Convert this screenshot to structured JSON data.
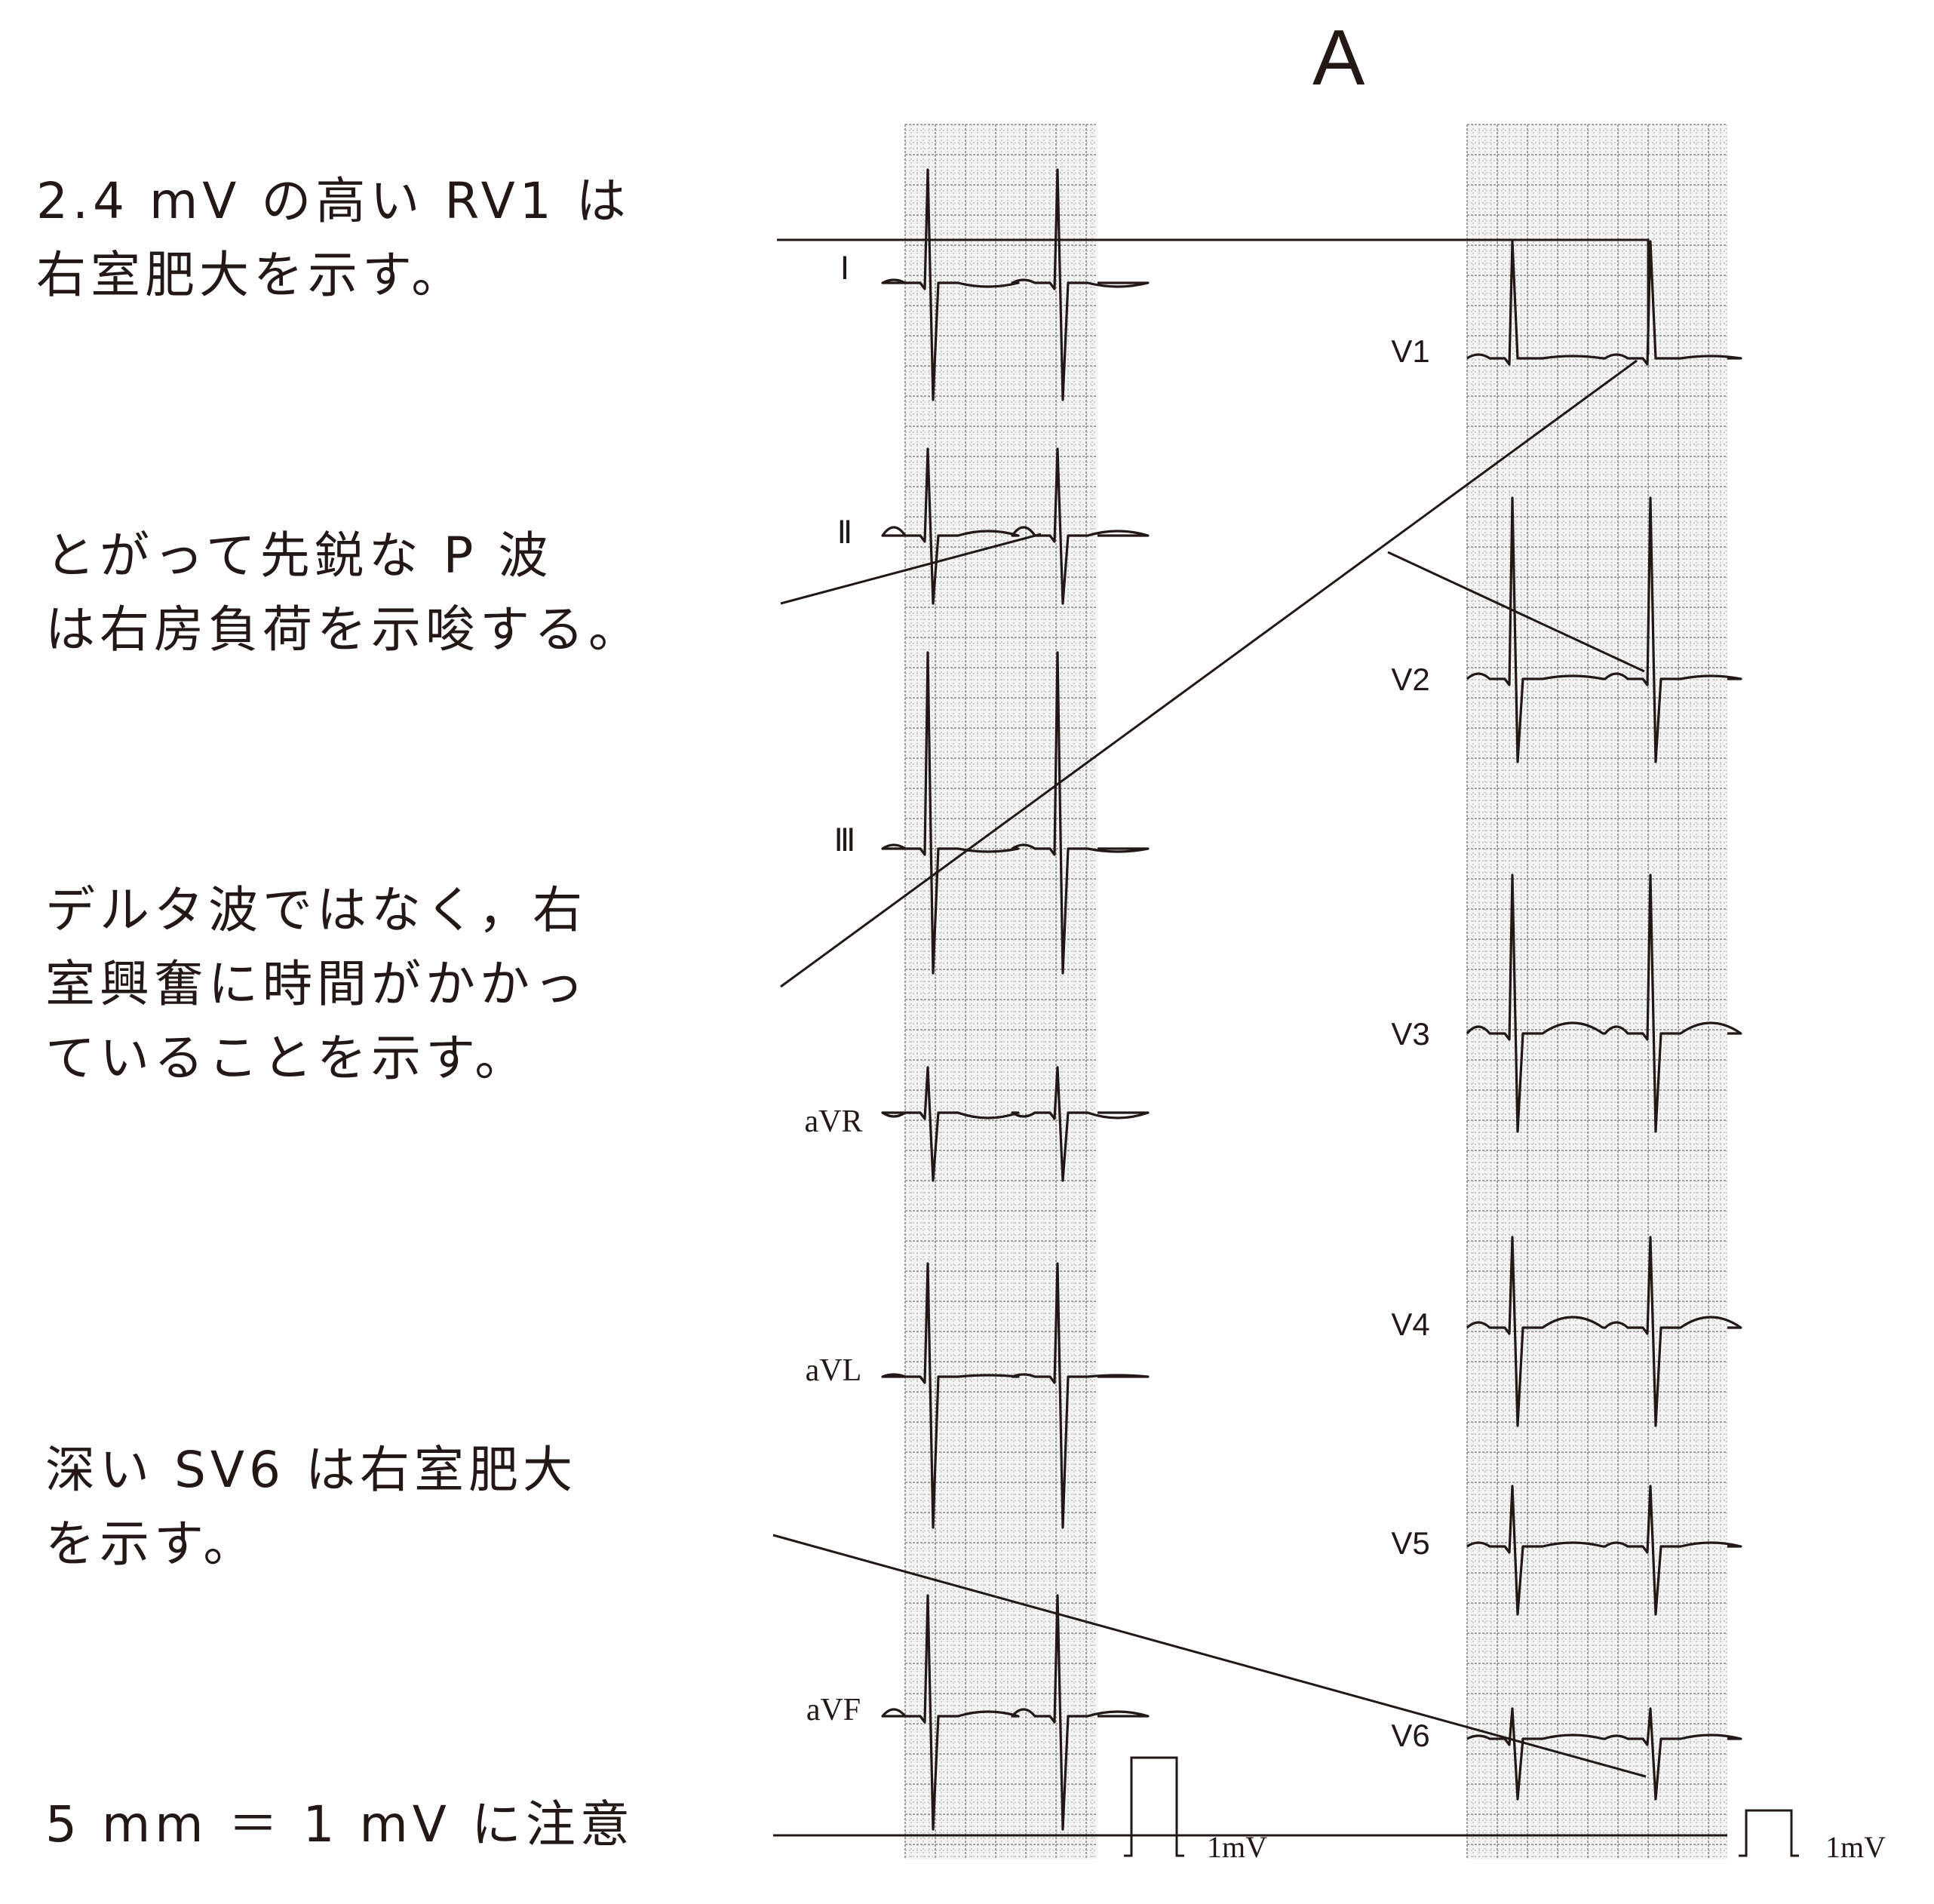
{
  "title": "A",
  "annotations": [
    {
      "id": "rv1",
      "lines": [
        "2.4 mV の高い RV1 は",
        "右室肥大を示す。"
      ]
    },
    {
      "id": "pwave",
      "lines": [
        "とがって先鋭な P 波",
        "は右房負荷を示唆する。"
      ]
    },
    {
      "id": "delta",
      "lines": [
        "デルタ波ではなく，右",
        "室興奮に時間がかかっ",
        "ていることを示す。"
      ]
    },
    {
      "id": "sv6",
      "lines": [
        "深い SV6 は右室肥大",
        "を示す。"
      ]
    },
    {
      "id": "scale",
      "lines": [
        "5 mm ＝ 1 mV に注意"
      ]
    }
  ],
  "limb_leads": [
    "Ⅰ",
    "Ⅱ",
    "Ⅲ",
    "aVR",
    "aVL",
    "aVF"
  ],
  "chest_leads": [
    "V1",
    "V2",
    "V3",
    "V4",
    "V5",
    "V6"
  ],
  "calibration_label": "1mV",
  "colors": {
    "ink": "#231815",
    "grid_minor": "#b8b8b8",
    "grid_major": "#8a8a8a",
    "paper": "#f4f4f4"
  }
}
